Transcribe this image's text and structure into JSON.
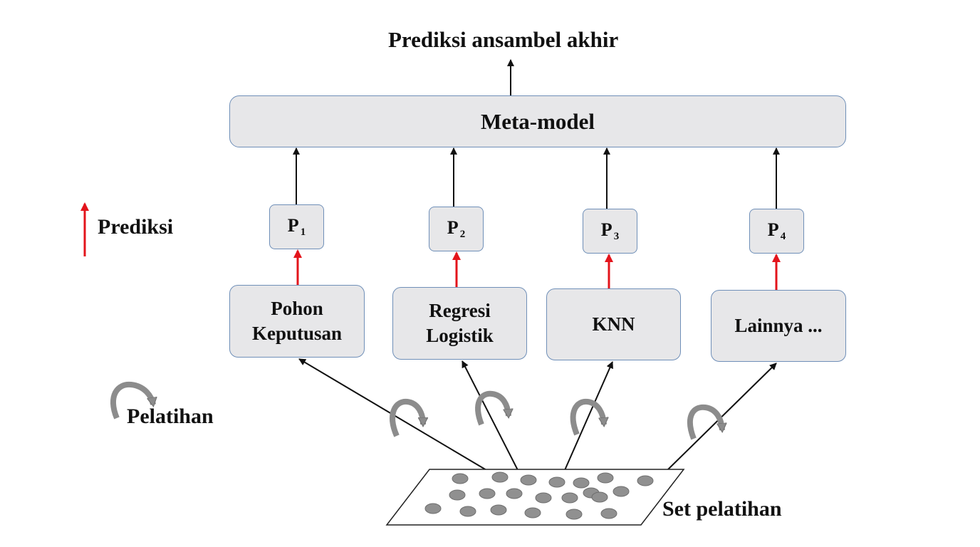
{
  "title": "Prediksi ansambel akhir",
  "meta_model": "Meta-model",
  "legend": {
    "prediction_label": "Prediksi",
    "training_label": "Pelatihan",
    "prediction_arrow_color": "#e3141b",
    "training_arrow_color": "#8c8c8c"
  },
  "predictions": [
    {
      "letter": "P",
      "index": "1"
    },
    {
      "letter": "P",
      "index": "2"
    },
    {
      "letter": "P",
      "index": "3"
    },
    {
      "letter": "P",
      "index": "4"
    }
  ],
  "models": [
    {
      "line1": "Pohon",
      "line2": "Keputusan"
    },
    {
      "line1": "Regresi",
      "line2": "Logistik"
    },
    {
      "line1": "KNN",
      "line2": ""
    },
    {
      "line1": "Lainnya ...",
      "line2": ""
    }
  ],
  "training_set": "Set pelatihan",
  "colors": {
    "box_fill": "#e7e7e9",
    "box_border": "#6f8fb8",
    "arrow": "#111111",
    "dot": "#909090"
  }
}
